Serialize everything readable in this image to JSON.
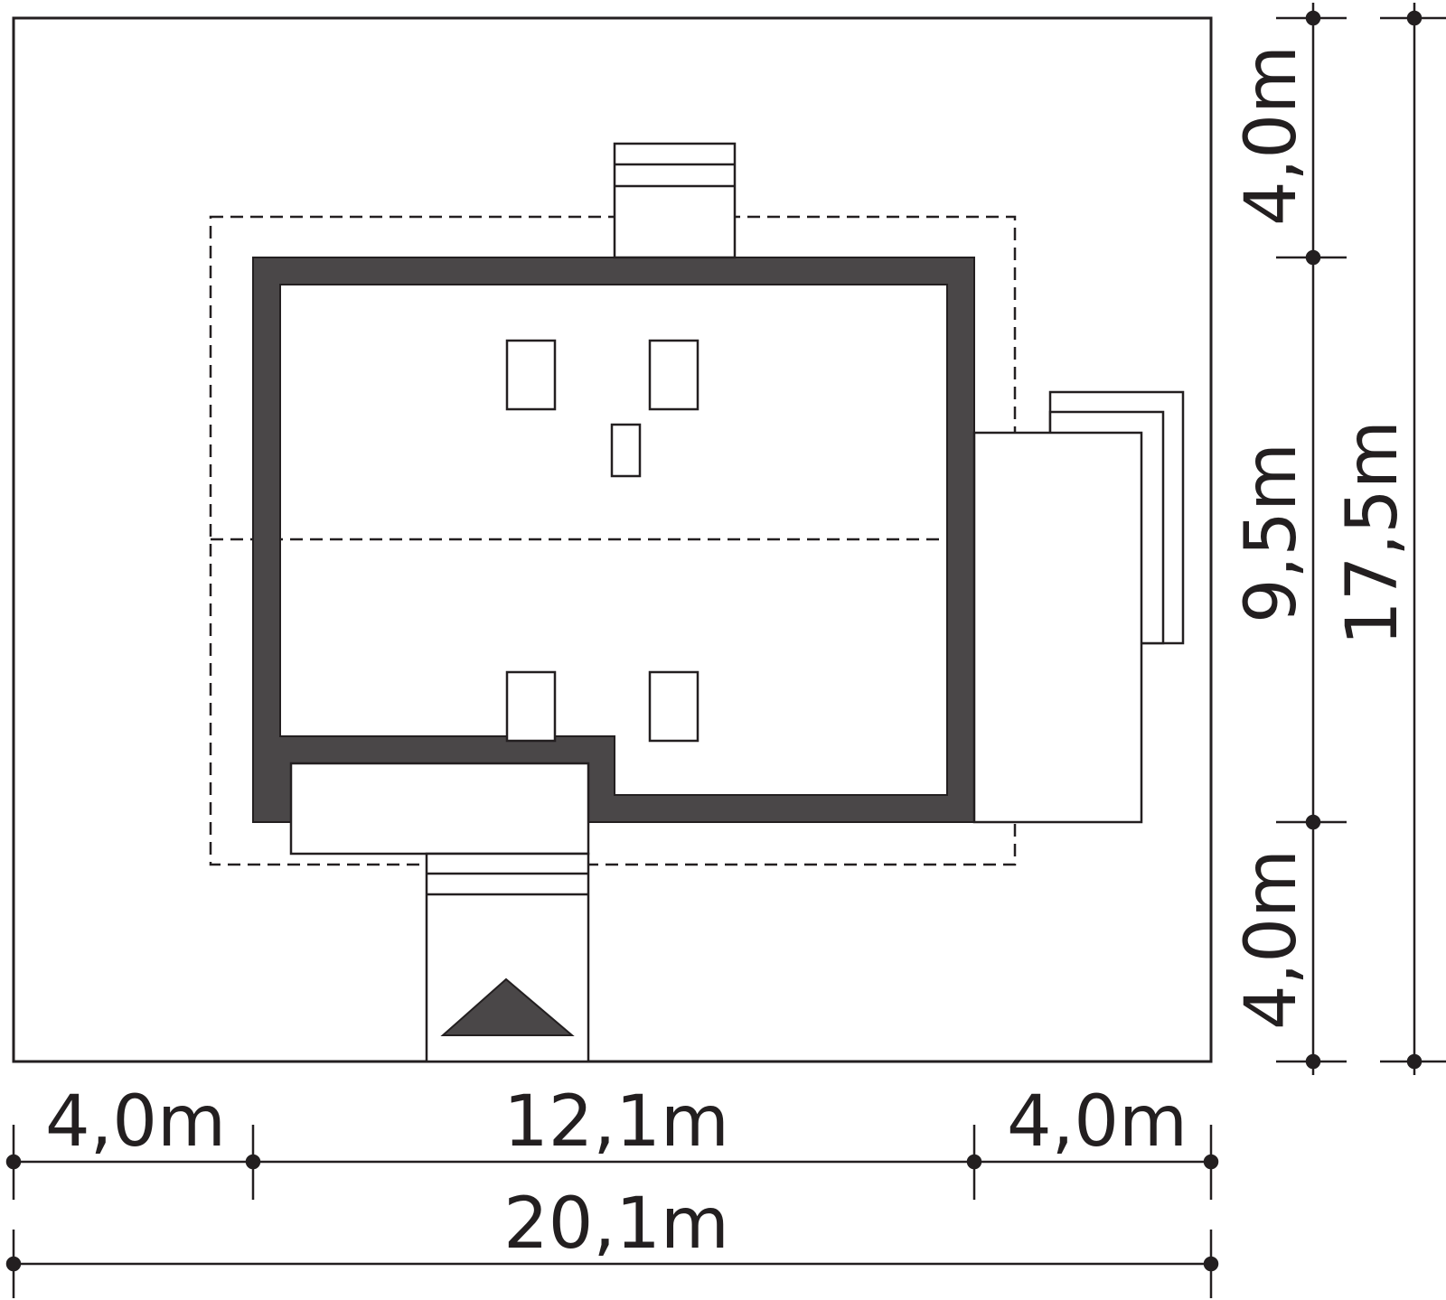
{
  "colors": {
    "line": "#231f20",
    "wall": "#4a4748",
    "background": "#ffffff"
  },
  "dimensions": {
    "bottom_left": "4,0m",
    "bottom_center": "12,1m",
    "bottom_right": "4,0m",
    "bottom_total": "20,1m",
    "right_top": "4,0m",
    "right_middle": "9,5m",
    "right_bottom": "4,0m",
    "right_total": "17,5m"
  },
  "icons": {
    "entrance_marker": "entrance-arrow-icon"
  }
}
